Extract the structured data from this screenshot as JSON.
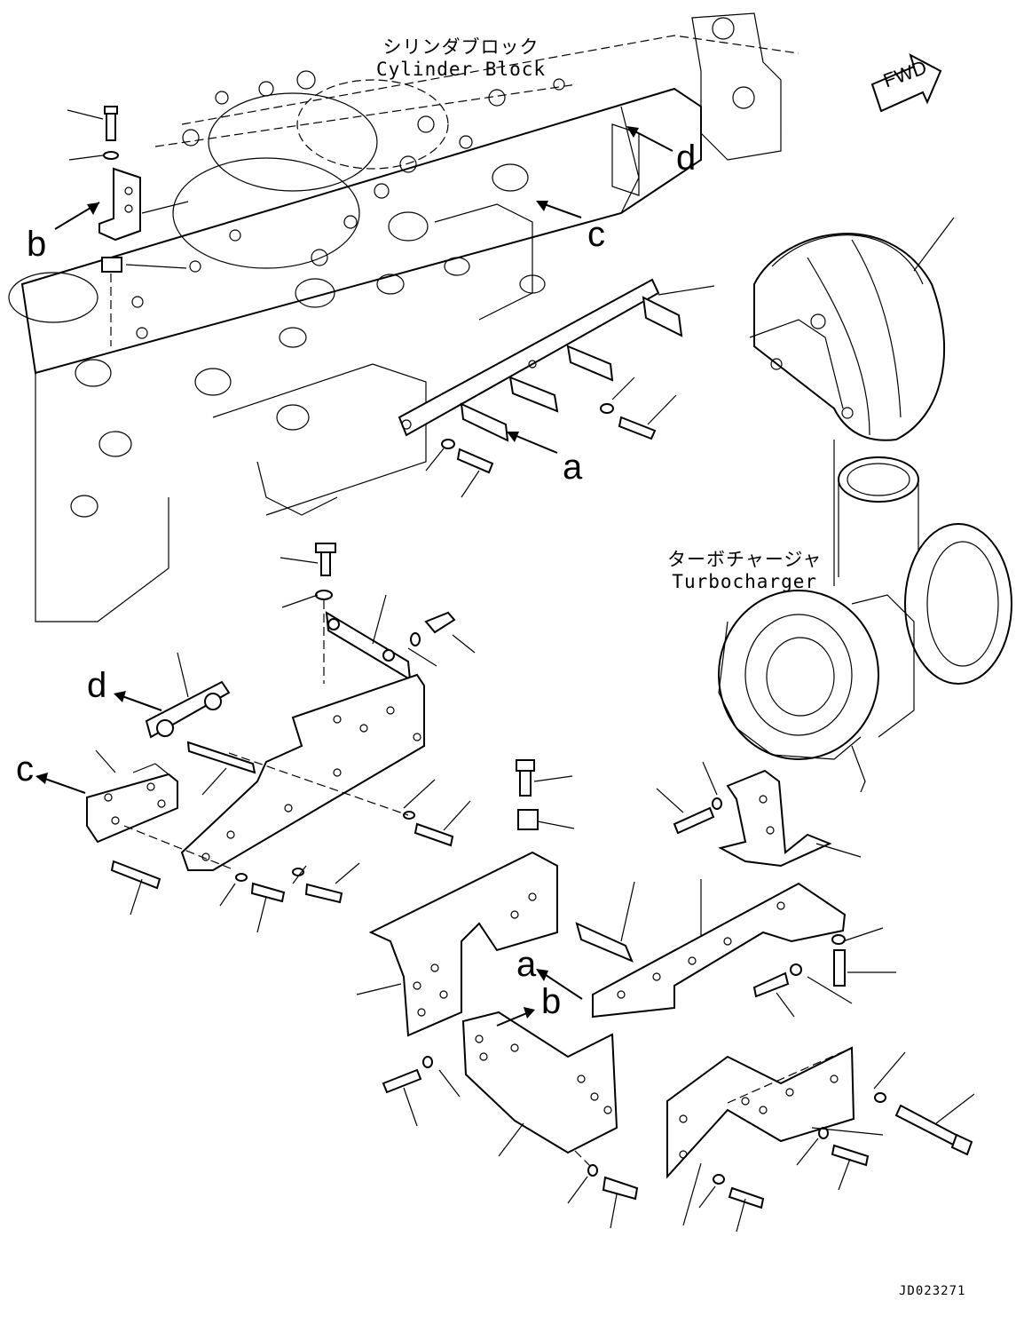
{
  "labels": {
    "cylinder_block_jp": "シリンダブロック",
    "cylinder_block_en": "Cylinder Block",
    "turbocharger_jp": "ターボチャージャ",
    "turbocharger_en": "Turbocharger",
    "fwd": "FWD",
    "doc_id": "JD023271"
  },
  "callouts": {
    "a_upper": "a",
    "b_upper": "b",
    "c_upper": "c",
    "d_upper": "d",
    "a_lower": "a",
    "b_lower": "b",
    "c_lower": "c",
    "d_lower": "d"
  }
}
